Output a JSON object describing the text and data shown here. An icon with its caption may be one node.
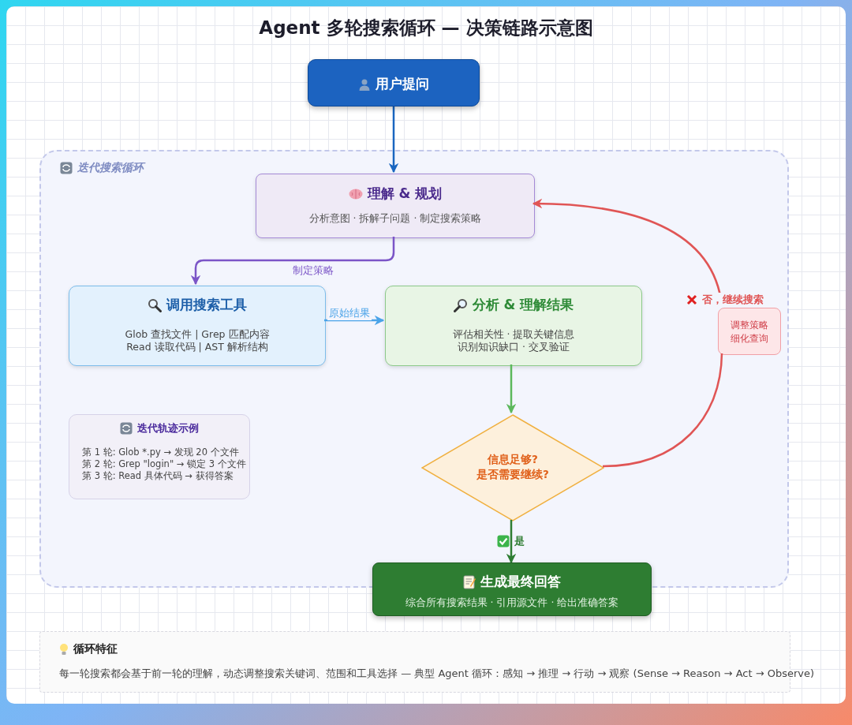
{
  "diagram": {
    "title": "Agent 多轮搜索循环 — 决策链路示意图",
    "nodes": [
      {
        "text": [
          "用户提问"
        ]
      },
      {
        "text": [
          "迭代搜索循环"
        ]
      },
      {
        "text": [
          "理解 & 规划",
          "分析意图 · 拆解子问题 · 制定搜索策略"
        ],
        "in": 1
      },
      {
        "text": [
          "调用搜索工具",
          "Glob 查找文件 | Grep 匹配内容",
          "Read 读取代码 | AST 解析结构"
        ],
        "in": 1
      },
      {
        "text": [
          "分析 & 理解结果",
          "评估相关性 · 提取关键信息",
          "识别知识缺口 · 交叉验证"
        ],
        "in": 1
      },
      {
        "text": [
          "信息足够?",
          "是否需要继续?"
        ],
        "in": 1
      },
      {
        "text": [
          "调整策略",
          "细化查询"
        ],
        "in": 1
      },
      {
        "text": [
          "迭代轨迹示例",
          "第 1 轮: Glob *.py → 发现 20 个文件",
          "第 2 轮: Grep \"login\" → 锁定 3 个文件",
          "第 3 轮: Read 具体代码 → 获得答案"
        ],
        "in": 1
      },
      {
        "text": [
          "生成最终回答",
          "综合所有搜索结果 · 引用源文件 · 给出准确答案"
        ]
      },
      {
        "text": [
          "循环特征",
          "每一轮搜索都会基于前一轮的理解，动态调整搜索关键词、范围和工具选择 — 典型 Agent 循环：感知 → 推理 → 行动 → 观察 (Sense → Reason → Act → Observe)"
        ]
      }
    ],
    "edges": [
      {
        "from": 0,
        "to": 2,
        "arrow": "to",
        "color": "#1a66c0"
      },
      {
        "from": 2,
        "to": 3,
        "arrow": "to",
        "label": "制定策略",
        "color": "#7b55c7"
      },
      {
        "from": 3,
        "to": 4,
        "arrow": "to",
        "label": "原始结果",
        "color": "#4aa3e8"
      },
      {
        "from": 4,
        "to": 5,
        "arrow": "to",
        "color": "#5cb85c"
      },
      {
        "from": 5,
        "to": 8,
        "arrow": "to",
        "label": "是",
        "color": "#2e7d32"
      },
      {
        "from": 5,
        "to": 6,
        "arrow": "none",
        "color": "#e05555"
      },
      {
        "from": 6,
        "to": 2,
        "arrow": "to",
        "label": "否，继续搜索",
        "color": "#e05555"
      }
    ]
  }
}
